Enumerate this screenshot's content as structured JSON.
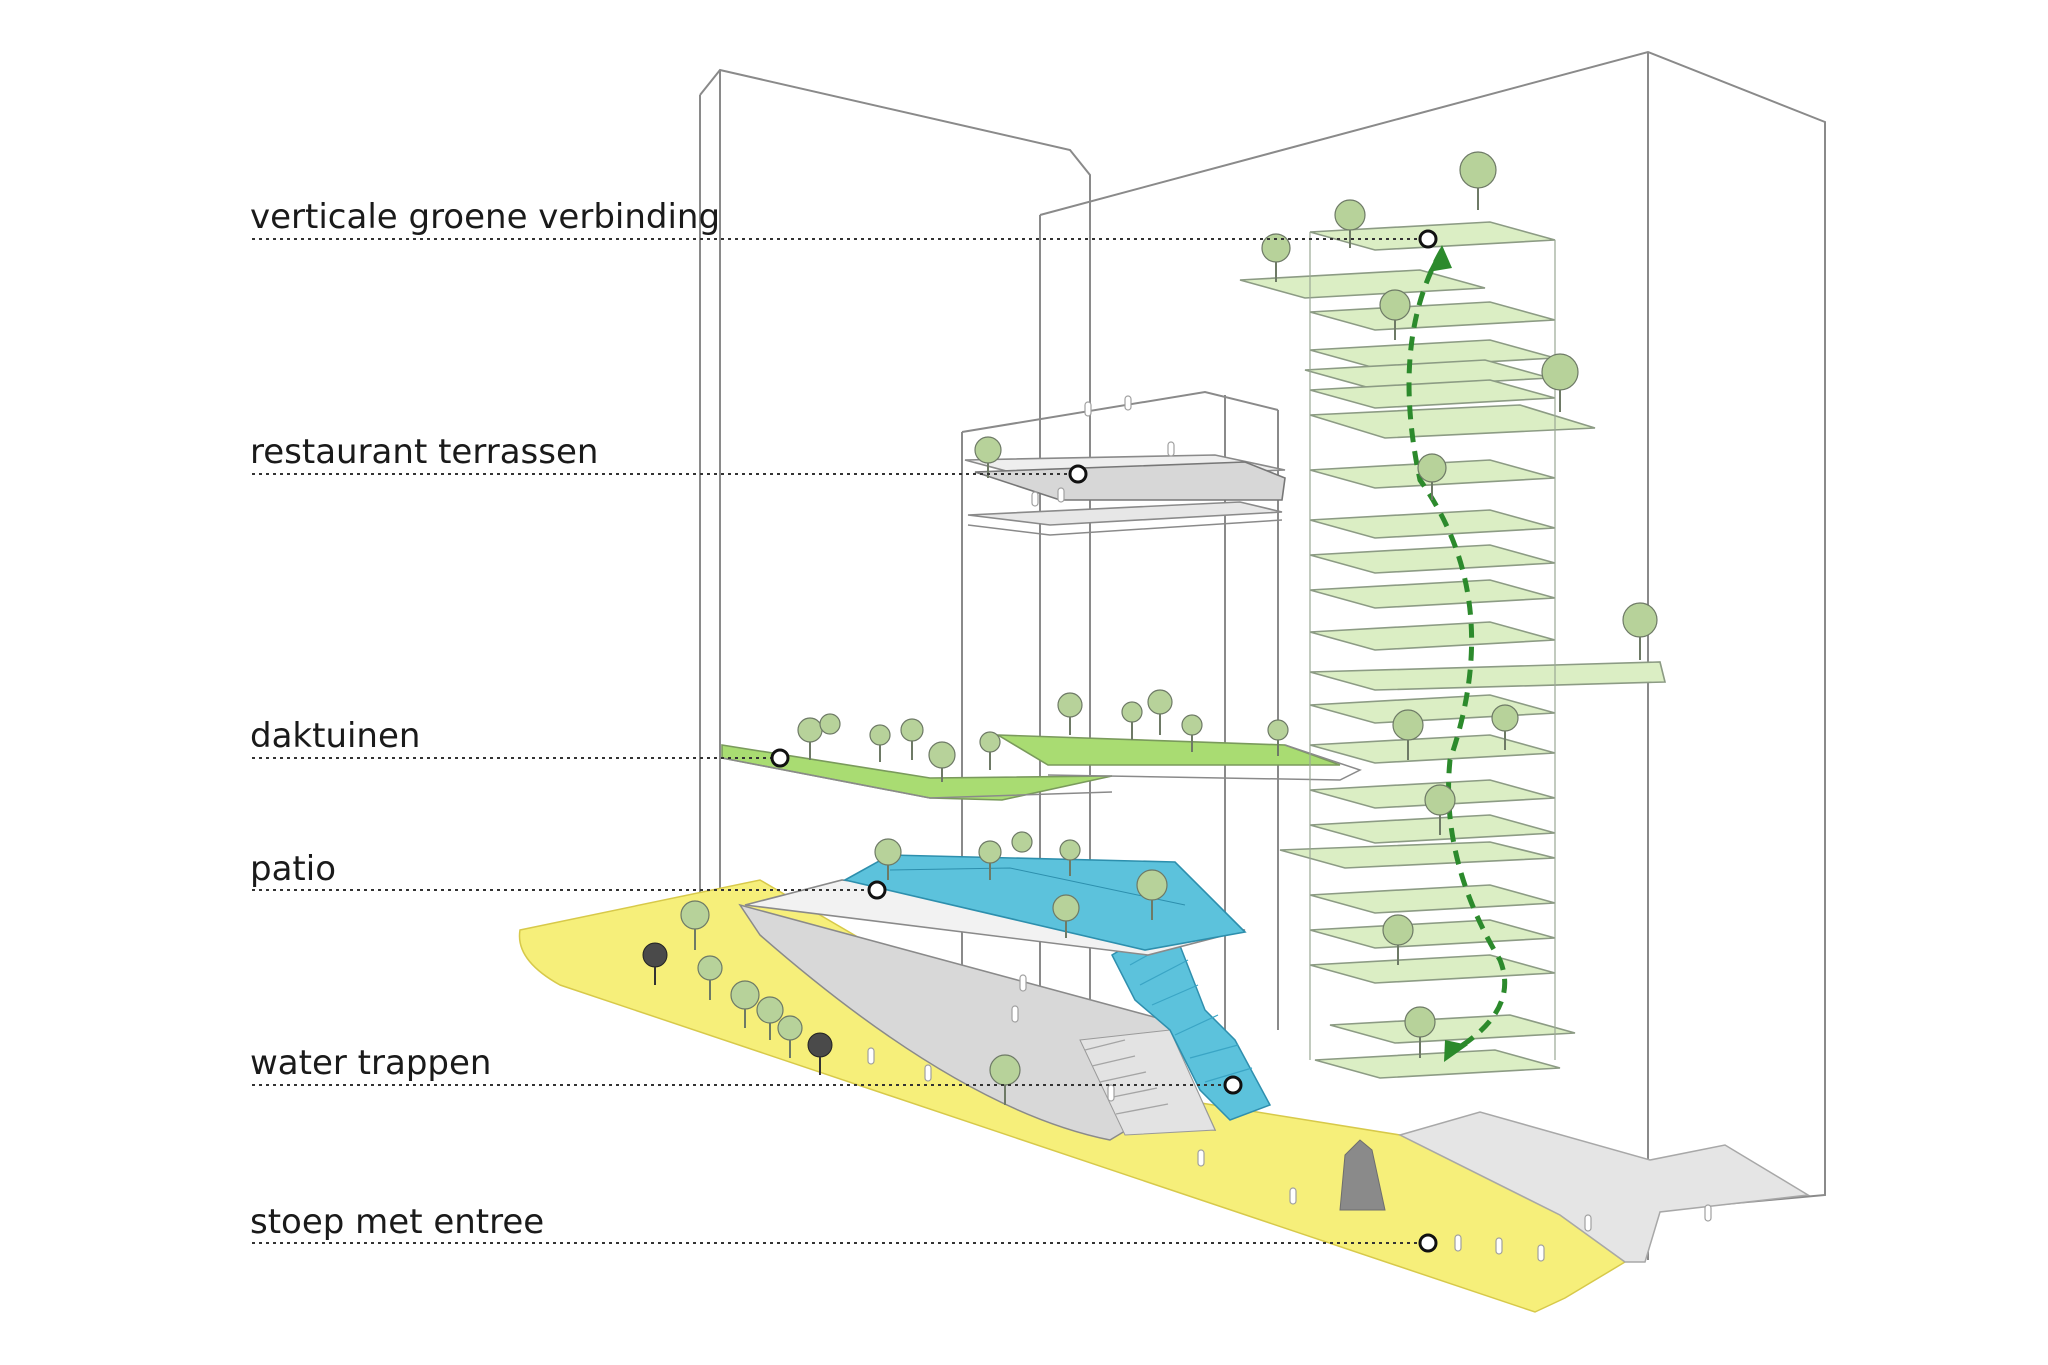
{
  "labels": {
    "vertical_green": "verticale groene verbinding",
    "restaurant_terraces": "restaurant terrassen",
    "roof_gardens": "daktuinen",
    "patio": "patio",
    "water_stairs": "water trappen",
    "sidewalk_entrance": "stoep met entree"
  },
  "colors": {
    "green_slab": "#dbeec4",
    "roof_green": "#a9dc72",
    "water": "#5cc2dc",
    "sidewalk": "#f6ef7a",
    "arrow": "#2c8a2c",
    "tree": "#b7d29a"
  }
}
